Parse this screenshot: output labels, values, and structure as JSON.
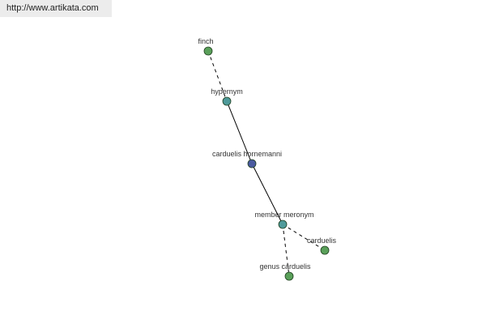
{
  "header": {
    "url": "http://www.artikata.com"
  },
  "graph": {
    "colors": {
      "synset_node": "#5aa05a",
      "relation_node": "#4f9a9a",
      "center_node": "#4a5aa0",
      "node_stroke": "#1f3f1f",
      "edge": "#000000"
    },
    "nodes": [
      {
        "id": "finch",
        "label": "finch",
        "kind": "synset",
        "icon": "synset-node"
      },
      {
        "id": "hypernym",
        "label": "hypernym",
        "kind": "relation",
        "icon": "relation-node"
      },
      {
        "id": "center",
        "label": "carduelis hornemanni",
        "kind": "center",
        "icon": "center-node"
      },
      {
        "id": "member_meronym",
        "label": "member meronym",
        "kind": "relation",
        "icon": "relation-node"
      },
      {
        "id": "carduelis",
        "label": "carduelis",
        "kind": "synset",
        "icon": "synset-node"
      },
      {
        "id": "genus_carduelis",
        "label": "genus carduelis",
        "kind": "synset",
        "icon": "synset-node"
      }
    ],
    "edges": [
      {
        "from": "finch",
        "to": "hypernym",
        "style": "dashed"
      },
      {
        "from": "hypernym",
        "to": "center",
        "style": "solid"
      },
      {
        "from": "center",
        "to": "member_meronym",
        "style": "solid"
      },
      {
        "from": "member_meronym",
        "to": "carduelis",
        "style": "dashed"
      },
      {
        "from": "member_meronym",
        "to": "genus_carduelis",
        "style": "dashed"
      }
    ]
  }
}
